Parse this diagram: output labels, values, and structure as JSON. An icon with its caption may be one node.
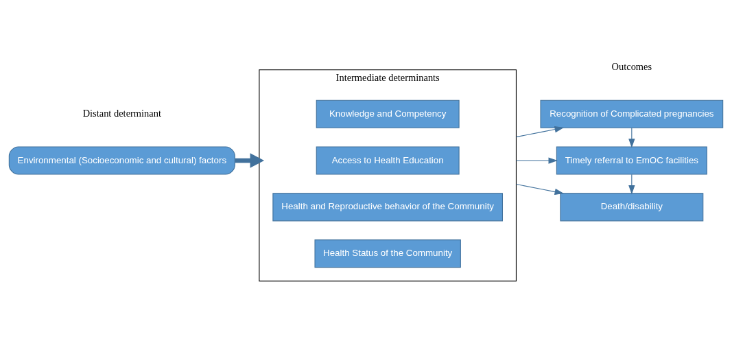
{
  "diagram": {
    "nodes": [
      {
        "text": [
          "Environmental (Socioeconomic and cultural) factors"
        ]
      },
      {
        "text": [
          "Intermediate determinants"
        ]
      },
      {
        "text": [
          "Health Status of the Community"
        ],
        "in": 1
      },
      {
        "text": [
          "Health and Reproductive behavior of the Community"
        ],
        "in": 1
      },
      {
        "text": [
          "Access to Health Education"
        ],
        "in": 1
      },
      {
        "text": [
          "Knowledge and Competency"
        ],
        "in": 1
      },
      {
        "text": [
          "Recognition of Complicated pregnancies"
        ]
      },
      {
        "text": [
          "Timely referral to EmOC facilities"
        ]
      },
      {
        "text": [
          "Death/disability"
        ]
      }
    ],
    "edges": [
      {
        "from": 0,
        "to": 1,
        "arrow": "to",
        "style": "thick"
      },
      {
        "from": 1,
        "to": 6,
        "arrow": "to"
      },
      {
        "from": 1,
        "to": 7,
        "arrow": "to"
      },
      {
        "from": 1,
        "to": 8,
        "arrow": "to"
      },
      {
        "from": 6,
        "to": 7,
        "arrow": "to"
      },
      {
        "from": 7,
        "to": 8,
        "arrow": "to"
      }
    ],
    "labels": [
      "Distant determinant",
      "Outcomes"
    ]
  }
}
